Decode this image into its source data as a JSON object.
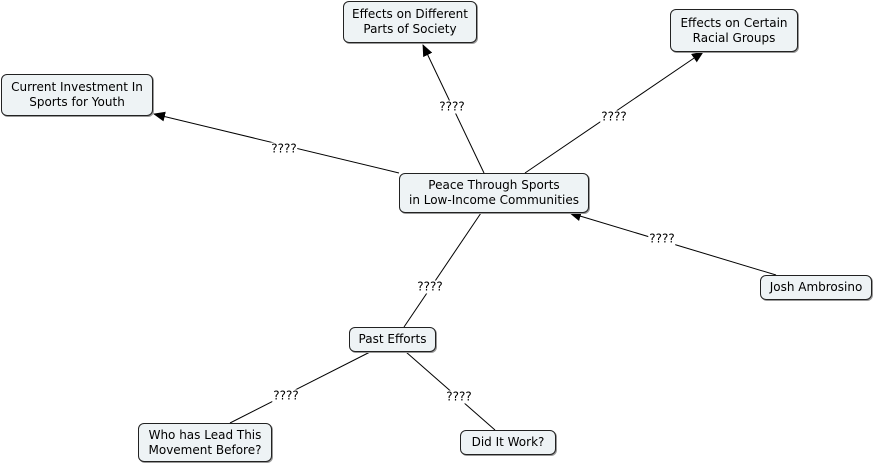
{
  "nodes": {
    "center": "Peace Through Sports\nin Low-Income Communities",
    "effects_society": "Effects on Different\nParts of Society",
    "effects_racial": "Effects on Certain\nRacial Groups",
    "current_investment": "Current Investment In\nSports for Youth",
    "josh": "Josh Ambrosino",
    "past_efforts": "Past Efforts",
    "who_led": "Who has Lead This\nMovement Before?",
    "did_it_work": "Did It Work?"
  },
  "links": [
    {
      "from": "center",
      "to": "effects_society",
      "label": "????",
      "arrow": "end"
    },
    {
      "from": "center",
      "to": "effects_racial",
      "label": "????",
      "arrow": "end"
    },
    {
      "from": "center",
      "to": "current_investment",
      "label": "????",
      "arrow": "end"
    },
    {
      "from": "josh",
      "to": "center",
      "label": "????",
      "arrow": "end"
    },
    {
      "from": "center",
      "to": "past_efforts",
      "label": "????",
      "arrow": "none"
    },
    {
      "from": "past_efforts",
      "to": "who_led",
      "label": "????",
      "arrow": "none"
    },
    {
      "from": "past_efforts",
      "to": "did_it_work",
      "label": "????",
      "arrow": "none"
    }
  ]
}
